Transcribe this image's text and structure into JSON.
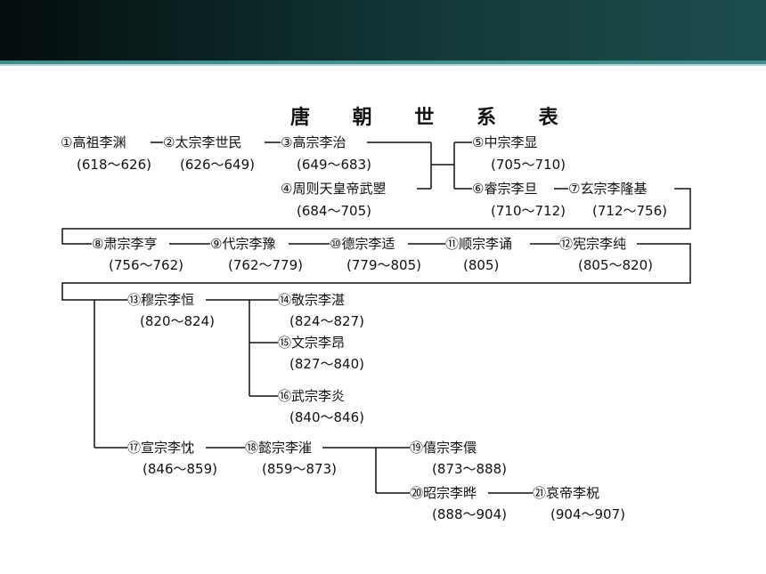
{
  "title": "唐 朝 世 系 表",
  "nodes": {
    "n1": {
      "name": "①高祖李渊",
      "years": "(618～626)"
    },
    "n2": {
      "name": "②太宗李世民",
      "years": "(626～649)"
    },
    "n3": {
      "name": "③高宗李治",
      "years": "(649～683)"
    },
    "n4": {
      "name": "④周则天皇帝武曌",
      "years": "(684～705)"
    },
    "n5": {
      "name": "⑤中宗李显",
      "years": "(705～710)"
    },
    "n6": {
      "name": "⑥睿宗李旦",
      "years": "(710～712)"
    },
    "n7": {
      "name": "⑦玄宗李隆基",
      "years": "(712～756)"
    },
    "n8": {
      "name": "⑧肃宗李亨",
      "years": "(756～762)"
    },
    "n9": {
      "name": "⑨代宗李豫",
      "years": "(762～779)"
    },
    "n10": {
      "name": "⑩德宗李适",
      "years": "(779～805)"
    },
    "n11": {
      "name": "⑪顺宗李诵",
      "years": "(805)"
    },
    "n12": {
      "name": "⑫宪宗李纯",
      "years": "(805～820)"
    },
    "n13": {
      "name": "⑬穆宗李恒",
      "years": "(820～824)"
    },
    "n14": {
      "name": "⑭敬宗李湛",
      "years": "(824～827)"
    },
    "n15": {
      "name": "⑮文宗李昂",
      "years": "(827～840)"
    },
    "n16": {
      "name": "⑯武宗李炎",
      "years": "(840～846)"
    },
    "n17": {
      "name": "⑰宣宗李忱",
      "years": "(846～859)"
    },
    "n18": {
      "name": "⑱懿宗李漼",
      "years": "(859～873)"
    },
    "n19": {
      "name": "⑲僖宗李儇",
      "years": "(873～888)"
    },
    "n20": {
      "name": "⑳昭宗李晔",
      "years": "(888～904)"
    },
    "n21": {
      "name": "㉑哀帝李柷",
      "years": "(904～907)"
    }
  }
}
